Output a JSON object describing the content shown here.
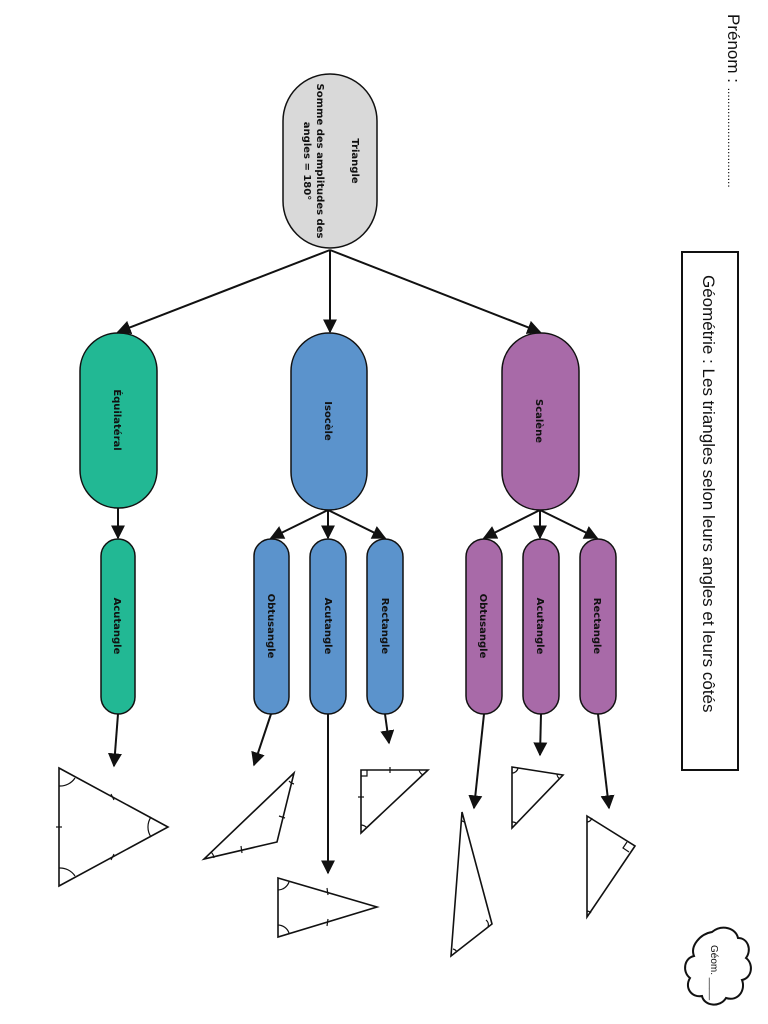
{
  "header": {
    "name_label": "Prénom : ",
    "name_dots": "..............................",
    "title": "Géométrie : Les triangles selon leurs angles et leurs côtés",
    "badge_label": "Géom. ____"
  },
  "colors": {
    "root": "#d9d9d9",
    "equilateral": "#22b894",
    "isosceles": "#5b93cc",
    "scalene": "#a86aa8",
    "stroke": "#111111"
  },
  "root": {
    "title": "Triangle",
    "line1": "Somme des amplitudes des",
    "line2": "angles = 180°"
  },
  "categories": [
    {
      "id": "equilateral",
      "label": "Équilatéral",
      "children": [
        "Acutangle"
      ]
    },
    {
      "id": "isosceles",
      "label": "Isocèle",
      "children": [
        "Obtusangle",
        "Acutangle",
        "Rectangle"
      ]
    },
    {
      "id": "scalene",
      "label": "Scalène",
      "children": [
        "Obtusangle",
        "Acutangle",
        "Rectangle"
      ]
    }
  ]
}
